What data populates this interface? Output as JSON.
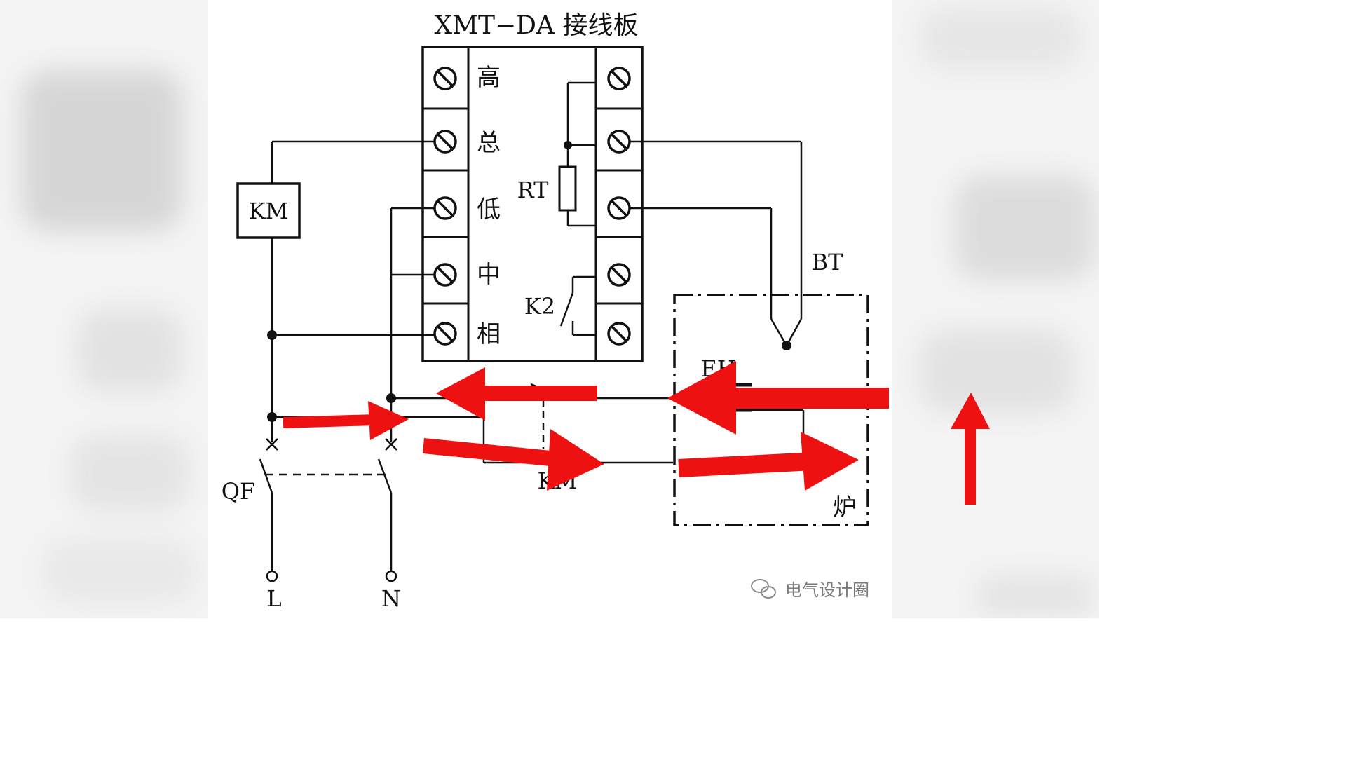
{
  "title": "XMT−DA 接线板",
  "terminal_labels": {
    "left": [
      "高",
      "总",
      "低",
      "中",
      "相"
    ]
  },
  "components": {
    "km_coil": "KM",
    "km_contact": "KM",
    "rt": "RT",
    "k2": "K2",
    "bt": "BT",
    "eh": "EH",
    "qf": "QF",
    "furnace": "炉",
    "l": "L",
    "n": "N"
  },
  "watermark": "电气设计圈",
  "colors": {
    "wire": "#1a1a1a",
    "arrow": "#ee1111",
    "background": "#ffffff"
  }
}
